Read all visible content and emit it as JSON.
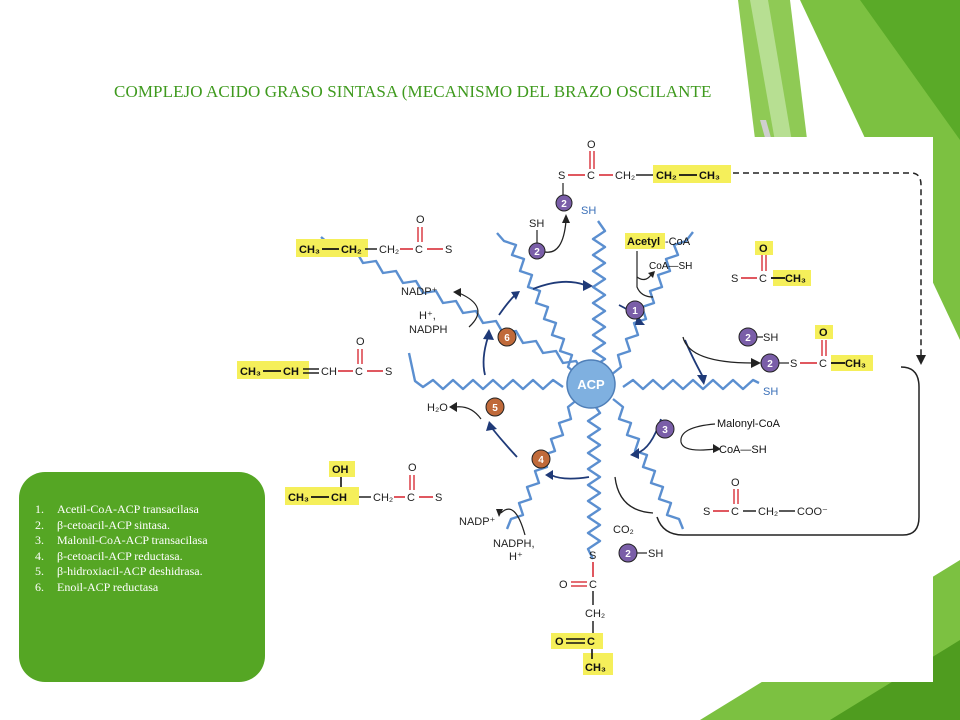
{
  "page": {
    "title": "COMPLEJO ACIDO GRASO SINTASA (MECANISMO DEL BRAZO OSCILANTE"
  },
  "diagram": {
    "center_label": "ACP",
    "acp_sh": "SH",
    "top_chain": {
      "s": "S",
      "o": "O",
      "c": "C",
      "ch2": "CH₂",
      "ch2_hl": "CH₂",
      "ch3_hl": "CH₃"
    },
    "acetyl": {
      "label_hl": "Acetyl",
      "label_rest": "-CoA",
      "coa_sh": "CoA—SH"
    },
    "acetyl_acp": {
      "s": "S",
      "o": "O",
      "c": "C",
      "ch3_hl": "CH₃"
    },
    "transfer": {
      "sh": "SH",
      "s": "S",
      "o": "O",
      "c": "C",
      "ch3_hl": "CH₃"
    },
    "malonyl": {
      "label": "Malonyl-CoA",
      "coa_sh": "CoA—SH"
    },
    "malonyl_acp": {
      "s": "S",
      "o": "O",
      "c": "C",
      "ch2": "CH₂",
      "coo": "COO⁻"
    },
    "condensation": {
      "co2": "CO₂",
      "sh": "SH"
    },
    "ketoacyl": {
      "s": "S",
      "o1": "O",
      "c1": "C",
      "ch2": "CH₂",
      "o2": "O",
      "c2": "C",
      "ch3": "CH₃"
    },
    "reduction": {
      "nadp": "NADP⁺",
      "nadph": "NADPH,",
      "h": "H⁺"
    },
    "hydroxyacyl": {
      "oh": "OH",
      "ch3": "CH₃",
      "ch": "CH",
      "ch2": "CH₂",
      "c": "C",
      "o": "O",
      "s": "S"
    },
    "dehydration": {
      "h2o": "H₂O"
    },
    "enoyl": {
      "ch3": "CH₃",
      "ch": "CH",
      "ch_eq": "CH",
      "c": "C",
      "o": "O",
      "s": "S"
    },
    "enoyl_reduction": {
      "nadp": "NADP⁺",
      "h": "H⁺,",
      "nadph": "NADPH"
    },
    "butyryl": {
      "ch3": "CH₃",
      "ch2a": "CH₂",
      "ch2b": "CH₂",
      "c": "C",
      "o": "O",
      "s": "S"
    },
    "return": {
      "sh": "SH"
    },
    "step_numbers": [
      "1",
      "2",
      "3",
      "4",
      "5",
      "6"
    ]
  },
  "legend": {
    "items": [
      {
        "num": "1.",
        "text": "Acetil-CoA-ACP transacilasa"
      },
      {
        "num": "2.",
        "text": "β-cetoacil-ACP sintasa."
      },
      {
        "num": "3.",
        "text": "Malonil-CoA-ACP transacilasa"
      },
      {
        "num": "4.",
        "text": "β-cetoacil-ACP reductasa."
      },
      {
        "num": "5.",
        "text": "β-hidroxiacil-ACP deshidrasa."
      },
      {
        "num": "6.",
        "text": "Enoil-ACP reductasa"
      }
    ]
  },
  "colors": {
    "accent_green": "#55a624",
    "title_green": "#3f9a1e",
    "highlight_yellow": "#f5ef5a",
    "chain_blue": "#5b8fd0",
    "acp_blue": "#7fb0e0",
    "enzyme_purple": "#7a5ea8",
    "enzyme_orange": "#c06a3a",
    "bond_red": "#d6202a",
    "arrow_navy": "#1f3a78"
  }
}
